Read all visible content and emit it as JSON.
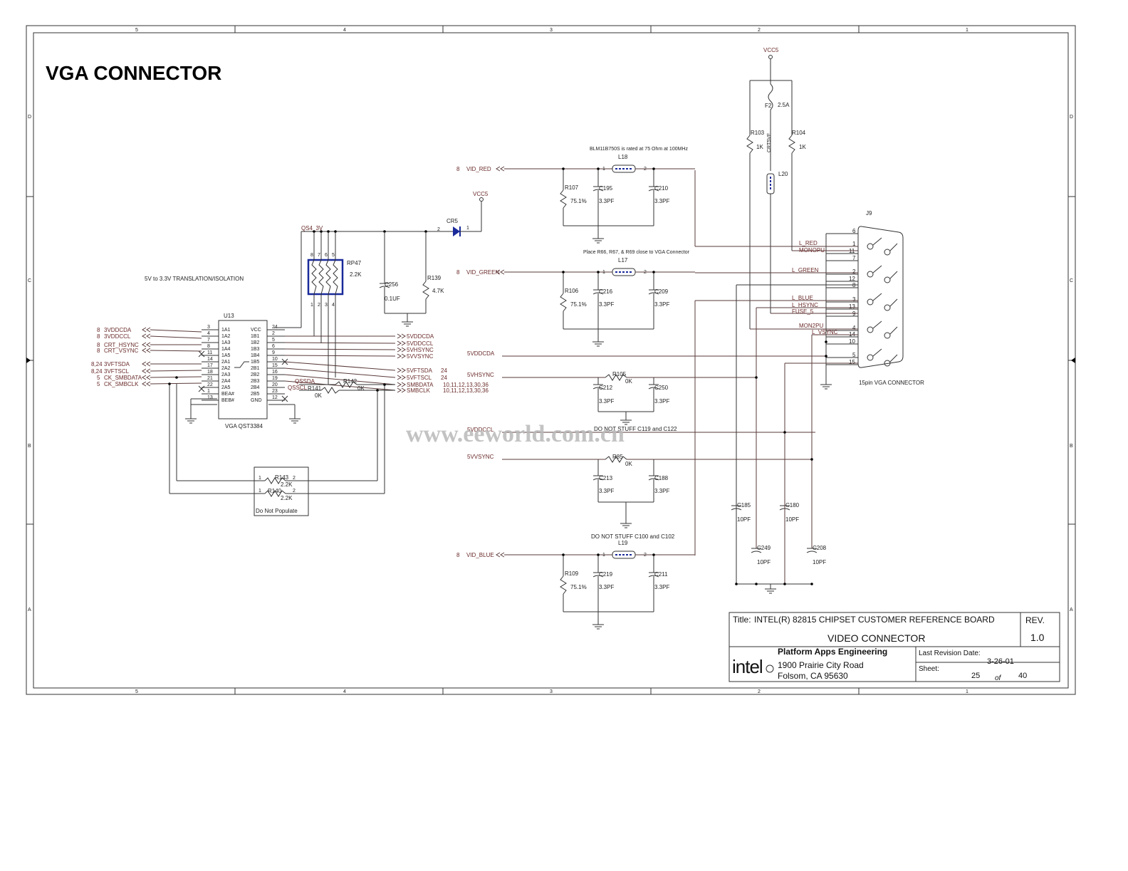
{
  "title": "VGA CONNECTOR",
  "border": {
    "cols": [
      "5",
      "4",
      "3",
      "2",
      "1"
    ],
    "rows": [
      "D",
      "C",
      "B",
      "A"
    ]
  },
  "notes": {
    "translation": "5V to 3.3V TRANSLATION/ISOLATION",
    "ferrite": "BLM11B750S is rated at 75 Ohm at 100MHz",
    "place": "Place R66, R67, & R69 close to VGA Connector",
    "dns1": "DO NOT STUFF C119 and C122",
    "dns2": "DO NOT STUFF C100 and C102",
    "dnp": "Do Not Populate",
    "connector": "15pin VGA CONNECTOR",
    "watermark": "www.eeworld.com.cn"
  },
  "power": {
    "vcc5_a": "VCC5",
    "vcc5_b": "VCC5",
    "qs": "QS4_3V"
  },
  "u13": {
    "ref": "U13",
    "part": "VGA QST3384",
    "left_pins": [
      {
        "num": "3",
        "name": "1A1"
      },
      {
        "num": "4",
        "name": "1A2"
      },
      {
        "num": "7",
        "name": "1A3"
      },
      {
        "num": "8",
        "name": "1A4"
      },
      {
        "num": "11",
        "name": "1A5"
      },
      {
        "num": "14",
        "name": "2A1"
      },
      {
        "num": "17",
        "name": "2A2"
      },
      {
        "num": "18",
        "name": "2A3"
      },
      {
        "num": "21",
        "name": "2A4"
      },
      {
        "num": "22",
        "name": "2A5"
      },
      {
        "num": "1",
        "name": "BEA#"
      },
      {
        "num": "13",
        "name": "BEB#"
      }
    ],
    "right_pins": [
      {
        "num": "24",
        "name": "VCC"
      },
      {
        "num": "2",
        "name": "1B1"
      },
      {
        "num": "5",
        "name": "1B2"
      },
      {
        "num": "6",
        "name": "1B3"
      },
      {
        "num": "9",
        "name": "1B4"
      },
      {
        "num": "10",
        "name": "1B5"
      },
      {
        "num": "15",
        "name": "2B1"
      },
      {
        "num": "16",
        "name": "2B2"
      },
      {
        "num": "19",
        "name": "2B3"
      },
      {
        "num": "20",
        "name": "2B4"
      },
      {
        "num": "23",
        "name": "2B5"
      },
      {
        "num": "12",
        "name": "GND"
      }
    ]
  },
  "left_signals": [
    {
      "sheet": "8",
      "name": "3VDDCDA"
    },
    {
      "sheet": "8",
      "name": "3VDDCCL"
    },
    {
      "sheet": "8",
      "name": "CRT_HSYNC"
    },
    {
      "sheet": "8",
      "name": "CRT_VSYNC"
    },
    {
      "sheet": "8,24",
      "name": "3VFTSDA"
    },
    {
      "sheet": "8,24",
      "name": "3VFTSCL"
    },
    {
      "sheet": "5",
      "name": "CK_SMBDATA"
    },
    {
      "sheet": "5",
      "name": "CK_SMBCLK"
    }
  ],
  "right_signals": [
    {
      "name": "5VDDCDA",
      "sheet": ""
    },
    {
      "name": "5VDDCCL",
      "sheet": ""
    },
    {
      "name": "5VHSYNC",
      "sheet": ""
    },
    {
      "name": "5VVSYNC",
      "sheet": ""
    },
    {
      "name": "5VFTSDA",
      "sheet": "24"
    },
    {
      "name": "5VFTSCL",
      "sheet": "24"
    },
    {
      "name": "SMBDATA",
      "sheet": "10,11,12,13,30,36"
    },
    {
      "name": "SMBCLK",
      "sheet": "10,11,12,13,30,36"
    }
  ],
  "rp47": {
    "ref": "RP47",
    "value": "2.2K",
    "top_pins": [
      "8",
      "7",
      "6",
      "5"
    ],
    "bottom_pins": [
      "1",
      "2",
      "3",
      "4"
    ]
  },
  "cr5": "CR5",
  "c256": {
    "ref": "C256",
    "value": "0.1UF"
  },
  "r139": {
    "ref": "R139",
    "value": "4.7K"
  },
  "qssda": "QSSDA",
  "qsscl": "QSSCL",
  "r141": {
    "ref": "R141",
    "value": "0K"
  },
  "r142": {
    "ref": "R142",
    "value": "0K"
  },
  "r143": {
    "ref": "R143",
    "value": "2.2K"
  },
  "r140": {
    "ref": "R140",
    "value": "2.2K"
  },
  "video": [
    {
      "sheet": "8",
      "net": "VID_RED",
      "ferrite": "L18",
      "r": "R107",
      "rv": "75.1%",
      "c1": "C195",
      "c2": "C210",
      "cv": "3.3PF"
    },
    {
      "sheet": "8",
      "net": "VID_GREEN",
      "ferrite": "L17",
      "r": "R106",
      "rv": "75.1%",
      "c1": "C216",
      "c2": "C209",
      "cv": "3.3PF"
    },
    {
      "sheet": "8",
      "net": "VID_BLUE",
      "ferrite": "L19",
      "r": "R109",
      "rv": "75.1%",
      "c1": "C219",
      "c2": "C211",
      "cv": "3.3PF"
    }
  ],
  "mid_nets": {
    "ddcda": "5VDDCDA",
    "hsync": "5VHSYNC",
    "ddccl": "5VDDCCL",
    "vsync": "5VVSYNC"
  },
  "r105": {
    "ref": "R105",
    "value": "0K"
  },
  "r85": {
    "ref": "R85",
    "value": "0K"
  },
  "c212": {
    "ref": "C212",
    "value": "3.3PF"
  },
  "c250": {
    "ref": "C250",
    "value": "3.3PF"
  },
  "c213": {
    "ref": "C213",
    "value": "3.3PF"
  },
  "c188": {
    "ref": "C188",
    "value": "3.3PF"
  },
  "fuse": {
    "ref": "F2",
    "value": "2.5A"
  },
  "r103": {
    "ref": "R103",
    "value": "1K"
  },
  "r104": {
    "ref": "R104",
    "value": "1K"
  },
  "l20": {
    "ref": "L20",
    "net": "CRT5VF"
  },
  "esd_caps": [
    {
      "ref": "C185",
      "value": "10PF"
    },
    {
      "ref": "C180",
      "value": "10PF"
    },
    {
      "ref": "C249",
      "value": "10PF"
    },
    {
      "ref": "C208",
      "value": "10PF"
    }
  ],
  "j9": {
    "ref": "J9",
    "pins": [
      "6",
      "1",
      "11",
      "7",
      "2",
      "12",
      "8",
      "3",
      "13",
      "9",
      "4",
      "14",
      "10",
      "5",
      "15"
    ]
  },
  "conn_nets": {
    "red": "L_RED",
    "monopu": "MONOPU",
    "green": "L_GREEN",
    "blue": "L_BLUE",
    "hsync": "L_HSYNC",
    "fuse": "FUSE_5",
    "mon2pu": "MON2PU",
    "vsync": "L_VSYNC"
  },
  "title_block": {
    "title_label": "Title:",
    "title": "INTEL(R) 82815 CHIPSET CUSTOMER REFERENCE BOARD",
    "subtitle": "VIDEO CONNECTOR",
    "rev_label": "REV.",
    "rev": "1.0",
    "company": "Platform Apps Engineering",
    "addr1": "1900 Prairie City Road",
    "addr2": "Folsom, CA  95630",
    "last_rev_label": "Last Revision Date:",
    "last_rev": "3-26-01",
    "sheet_label": "Sheet:",
    "sheet": "25",
    "of": "of",
    "total": "40",
    "logo": "intel"
  }
}
